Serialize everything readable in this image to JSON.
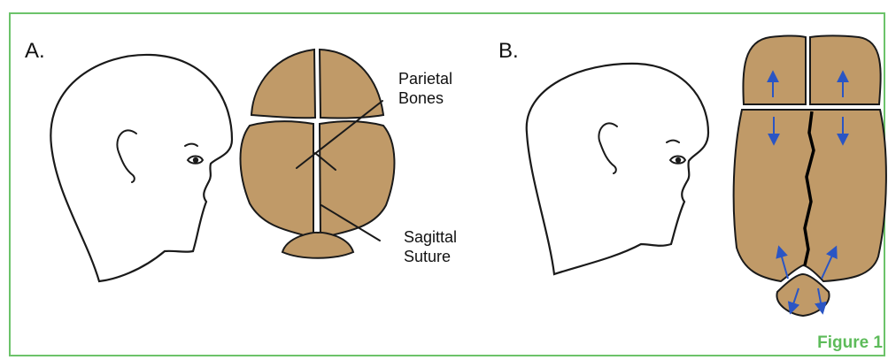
{
  "panels": {
    "a": {
      "label": "A."
    },
    "b": {
      "label": "B."
    }
  },
  "annotations": {
    "parietal": {
      "line1": "Parietal",
      "line2": "Bones"
    },
    "sagittal": {
      "line1": "Sagittal",
      "line2": "Suture"
    }
  },
  "caption": {
    "text": "Figure 1"
  },
  "colors": {
    "bone": "#c09a68",
    "frame": "#6cc36a",
    "caption": "#5dbb5a",
    "arrow": "#2a55c4",
    "suture_fused": "#000000"
  }
}
